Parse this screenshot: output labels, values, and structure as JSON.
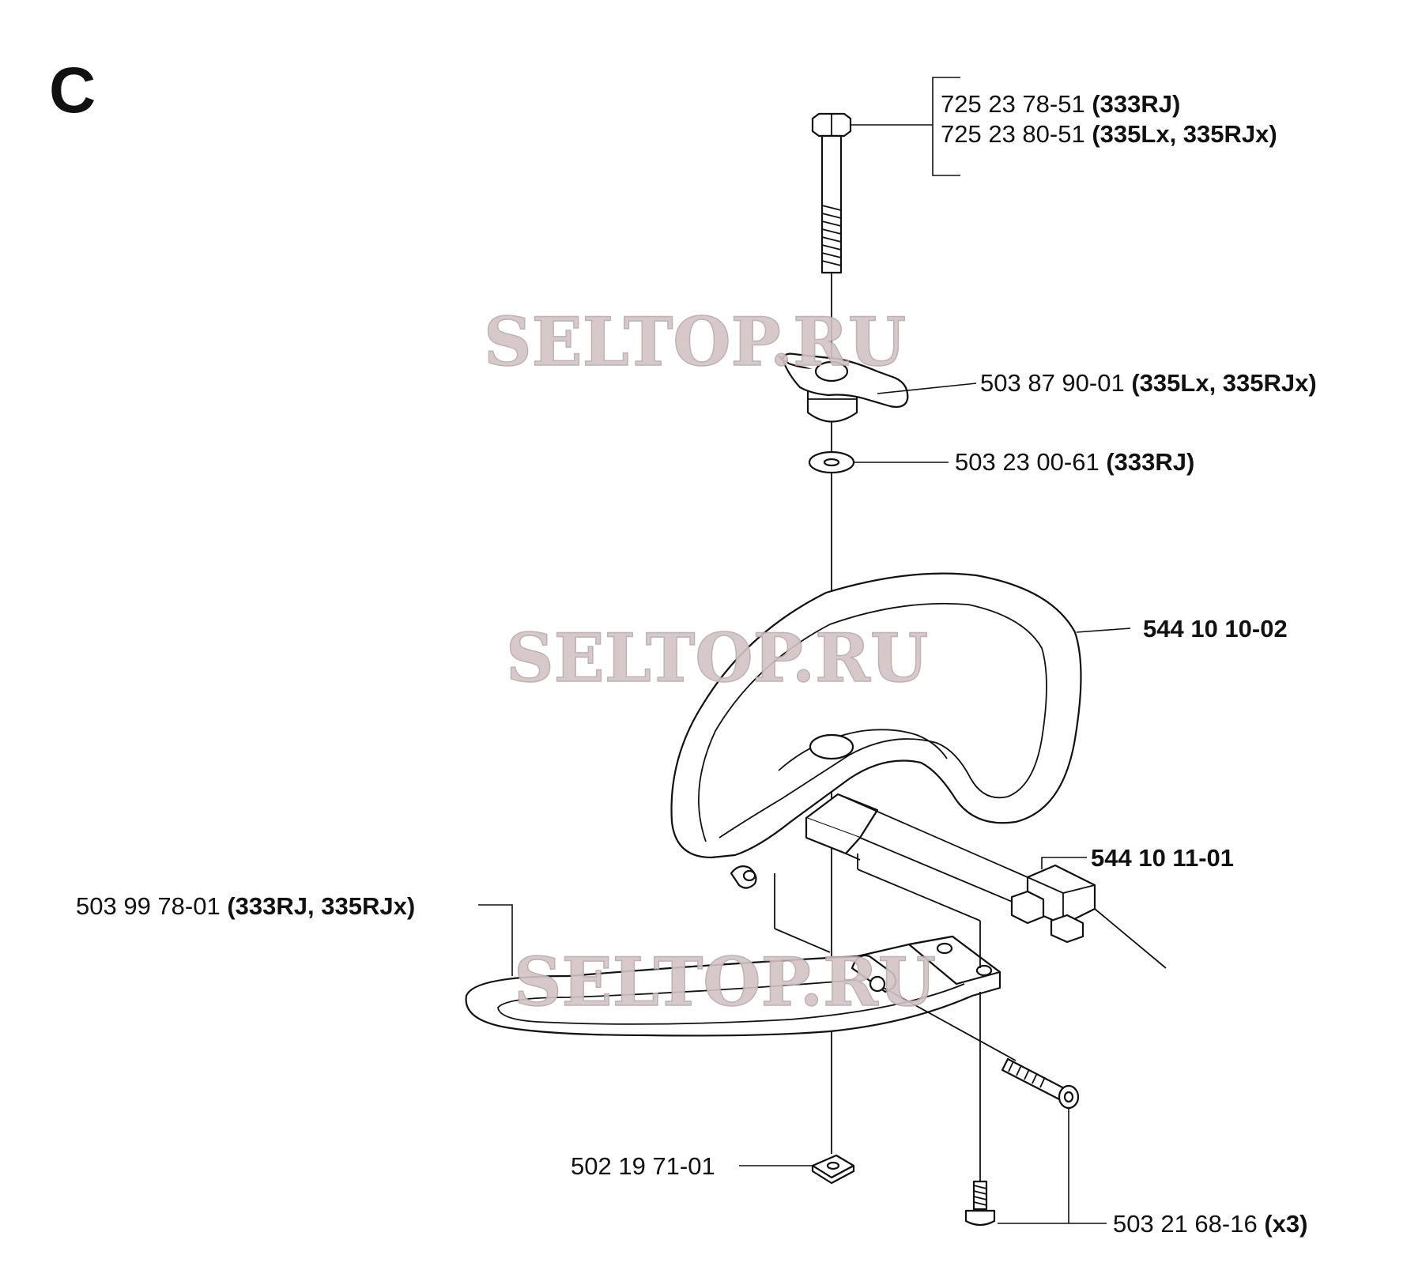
{
  "section_letter": "C",
  "watermark": "SELTOP.RU",
  "callouts": {
    "bolt": {
      "lines": [
        {
          "number": "725 23 78-51",
          "models": "(333RJ)"
        },
        {
          "number": "725 23 80-51",
          "models": "(335Lx, 335RJx)"
        }
      ]
    },
    "wing_knob": {
      "number": "503 87 90-01",
      "models": "(335Lx, 335RJx)"
    },
    "washer": {
      "number": "503 23 00-61",
      "models": "(333RJ)"
    },
    "handle": {
      "number": "544 10 10-02"
    },
    "clamp": {
      "number": "544 10 11-01"
    },
    "guard_bar": {
      "number": "503 99 78-01",
      "models": "(333RJ, 335RJx)"
    },
    "square_nut": {
      "number": "502 19 71-01"
    },
    "screw": {
      "number": "503 21 68-16",
      "models": "(x3)"
    }
  }
}
